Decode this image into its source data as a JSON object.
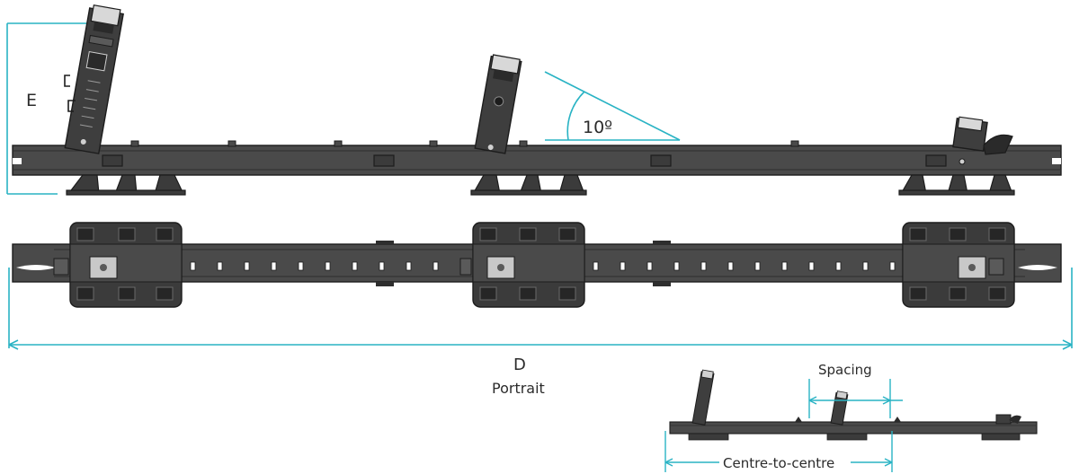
{
  "labels": {
    "height": "E",
    "angle": "10º",
    "length": "D",
    "orientation": "Portrait",
    "spacing": "Spacing",
    "centre_to_centre": "Centre-to-centre"
  },
  "colors": {
    "rail": "#4a4a4a",
    "rail_dark": "#2e2e2e",
    "outline": "#1c1c1c",
    "plate": "#3b3b3b",
    "slot": "#ffffff",
    "dimension": "#29b3c4"
  }
}
